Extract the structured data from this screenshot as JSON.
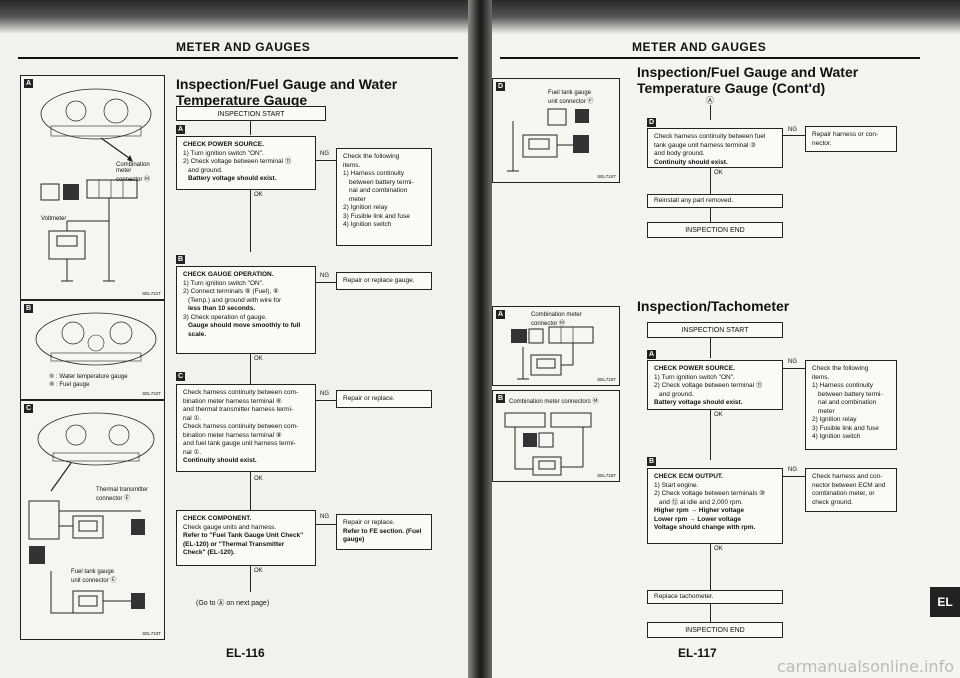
{
  "left": {
    "header": "METER AND GAUGES",
    "title": "Inspection/Fuel Gauge and Water Temperature Gauge",
    "start": "INSPECTION START",
    "step_a": {
      "letter": "A",
      "lines": [
        "CHECK POWER SOURCE.",
        "1) Turn ignition switch \"ON\".",
        "2) Check voltage between terminal ⑪",
        "and ground."
      ],
      "bold": "Battery voltage should exist.",
      "ng_label": "NG",
      "ng_box": [
        "Check the following",
        "items.",
        "1) Harness continuity",
        "between battery termi-",
        "nal and combination",
        "meter",
        "2) Ignition relay",
        "3) Fusible link and fuse",
        "4) Ignition switch"
      ],
      "ok_label": "OK"
    },
    "step_b": {
      "letter": "B",
      "lines": [
        "CHECK GAUGE OPERATION.",
        "1) Turn ignition switch \"ON\".",
        "2) Connect terminals ⑧ (Fuel), ⑥",
        "(Temp.) and ground with wire for"
      ],
      "bold": [
        "less than 10 seconds.",
        "3) Check operation of gauge.",
        "Gauge should move smoothly to full",
        "scale."
      ],
      "ng_label": "NG",
      "ng_box": "Repair or replace gauge.",
      "ok_label": "OK"
    },
    "step_c": {
      "letter": "C",
      "lines": [
        "Check harness continuity between com-",
        "bination meter harness terminal ⑥",
        "and thermal transmitter harness termi-",
        "nal ①.",
        "Check harness continuity between com-",
        "bination meter harness terminal ⑧",
        "and fuel tank gauge unit harness termi-",
        "nal ①."
      ],
      "bold": "Continuity should exist.",
      "ng_label": "NG",
      "ng_box": "Repair or replace.",
      "ok_label": "OK"
    },
    "step_comp": {
      "lines": [
        "CHECK COMPONENT.",
        "Check gauge units and harness."
      ],
      "bold": [
        "Refer to \"Fuel Tank Gauge Unit Check\"",
        "(EL-120) or \"Thermal Transmitter",
        "Check\" (EL-120)."
      ],
      "ng_label": "NG",
      "ng_box": [
        "Repair or replace.",
        "Refer to FE section. (Fuel",
        "gauge)"
      ],
      "ok_label": "OK"
    },
    "goto": "(Go to Ⓐ on next page)",
    "panels": {
      "a": {
        "letter": "A",
        "meter_label": "Combination meter\nconnector Ⓜ",
        "voltmeter": "Voltmeter",
        "code": "SEL721T"
      },
      "b": {
        "letter": "B",
        "legend1": "⑥ : Water temperature gauge",
        "legend2": "⑧ : Fuel gauge",
        "code": "SEL722T"
      },
      "c": {
        "letter": "C",
        "thermal": "Thermal transmitter\nconnector Ⓔ",
        "fuel": "Fuel tank gauge\nunit connector Ⓔ",
        "code": "SEL723T"
      }
    },
    "page_number": "EL-116"
  },
  "right": {
    "header": "METER AND GAUGES",
    "title": "Inspection/Fuel Gauge and Water Temperature Gauge (Cont'd)",
    "marker": "Ⓐ",
    "step_d": {
      "letter": "D",
      "lines": [
        "Check harness continuity between fuel",
        "tank gauge unit harness terminal ③",
        "and body ground."
      ],
      "bold": "Continuity should exist.",
      "ng_label": "NG",
      "ng_box": [
        "Repair harness or con-",
        "nector."
      ],
      "ok_label": "OK"
    },
    "reinstall": "Reinstall any part removed.",
    "end1": "INSPECTION END",
    "panel_d": {
      "letter": "D",
      "label": "Fuel tank gauge\nunit connector Ⓕ",
      "code": "SEL724T"
    },
    "tacho_title": "Inspection/Tachometer",
    "tacho_start": "INSPECTION START",
    "tacho_a": {
      "letter": "A",
      "lines": [
        "CHECK POWER SOURCE.",
        "1) Turn ignition switch \"ON\".",
        "2) Check voltage between terminal ⑪",
        "and ground."
      ],
      "bold": "Battery voltage should exist.",
      "ng_label": "NG",
      "ng_box": [
        "Check the following",
        "items.",
        "1) Harness continuity",
        "between battery termi-",
        "nal and combination",
        "meter",
        "2) Ignition relay",
        "3) Fusible link and fuse",
        "4) Ignition switch"
      ],
      "ok_label": "OK"
    },
    "tacho_b": {
      "letter": "B",
      "lines": [
        "CHECK ECM OUTPUT.",
        "1) Start engine.",
        "2) Check voltage between terminals ⑩",
        "and ⑫ at idle and 2,000 rpm."
      ],
      "bold": [
        "Higher rpm → Higher voltage",
        "Lower rpm → Lower voltage",
        "Voltage should change with rpm."
      ],
      "ng_label": "NG",
      "ng_box": [
        "Check harness and con-",
        "nector between ECM and",
        "combination meter, or",
        "check ground."
      ],
      "ok_label": "OK"
    },
    "replace": "Replace tachometer.",
    "end2": "INSPECTION END",
    "panel_ta": {
      "letter": "A",
      "label": "Combination meter\nconnector Ⓜ",
      "code": "SEL725T"
    },
    "panel_tb": {
      "letter": "B",
      "label": "Combination meter connectors Ⓜ",
      "code": "SEL726T"
    },
    "page_number": "EL-117",
    "tab": "EL",
    "watermark": "carmanualsonline.info"
  }
}
